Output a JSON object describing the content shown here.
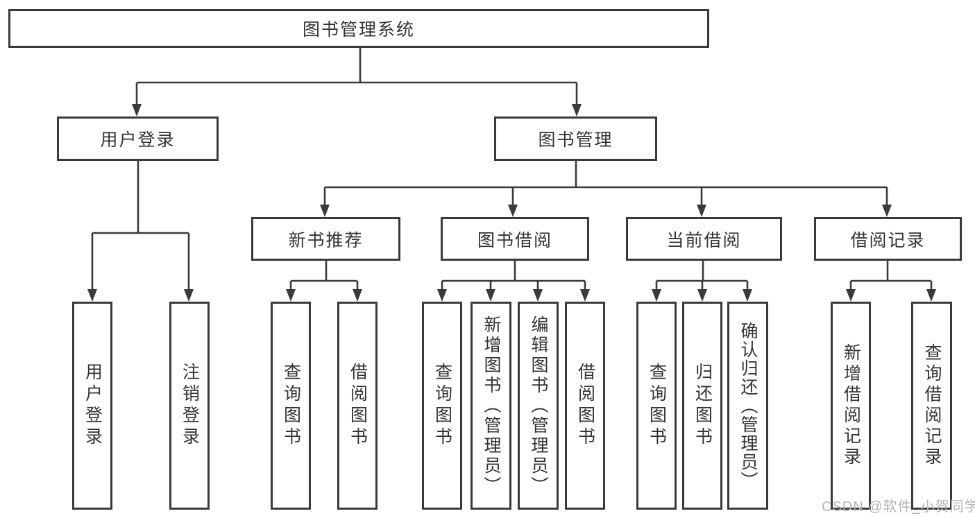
{
  "diagram": {
    "title": "图书管理系统",
    "root": {
      "label": "图书管理系统"
    },
    "level2": [
      {
        "label": "用户登录"
      },
      {
        "label": "图书管理"
      }
    ],
    "level3": [
      {
        "label": "新书推荐"
      },
      {
        "label": "图书借阅"
      },
      {
        "label": "当前借阅"
      },
      {
        "label": "借阅记录"
      }
    ],
    "leaves": {
      "user_login": [
        {
          "label": "用户登录"
        },
        {
          "label": "注销登录"
        }
      ],
      "new_book": [
        {
          "label": "查询图书"
        },
        {
          "label": "借阅图书"
        }
      ],
      "book_borrow": [
        {
          "label": "查询图书"
        },
        {
          "label": "新增图书（管理员）"
        },
        {
          "label": "编辑图书（管理员）"
        },
        {
          "label": "借阅图书"
        }
      ],
      "current_borrow": [
        {
          "label": "查询图书"
        },
        {
          "label": "归还图书"
        },
        {
          "label": "确认归还（管理员）"
        }
      ],
      "borrow_record": [
        {
          "label": "新增借阅记录"
        },
        {
          "label": "查询借阅记录"
        }
      ]
    },
    "watermark": "CSDN @软件_小贺同学",
    "colors": {
      "line": "#3a3a3a",
      "text": "#333333",
      "watermark": "#b5b5b5",
      "background": "#ffffff"
    }
  }
}
